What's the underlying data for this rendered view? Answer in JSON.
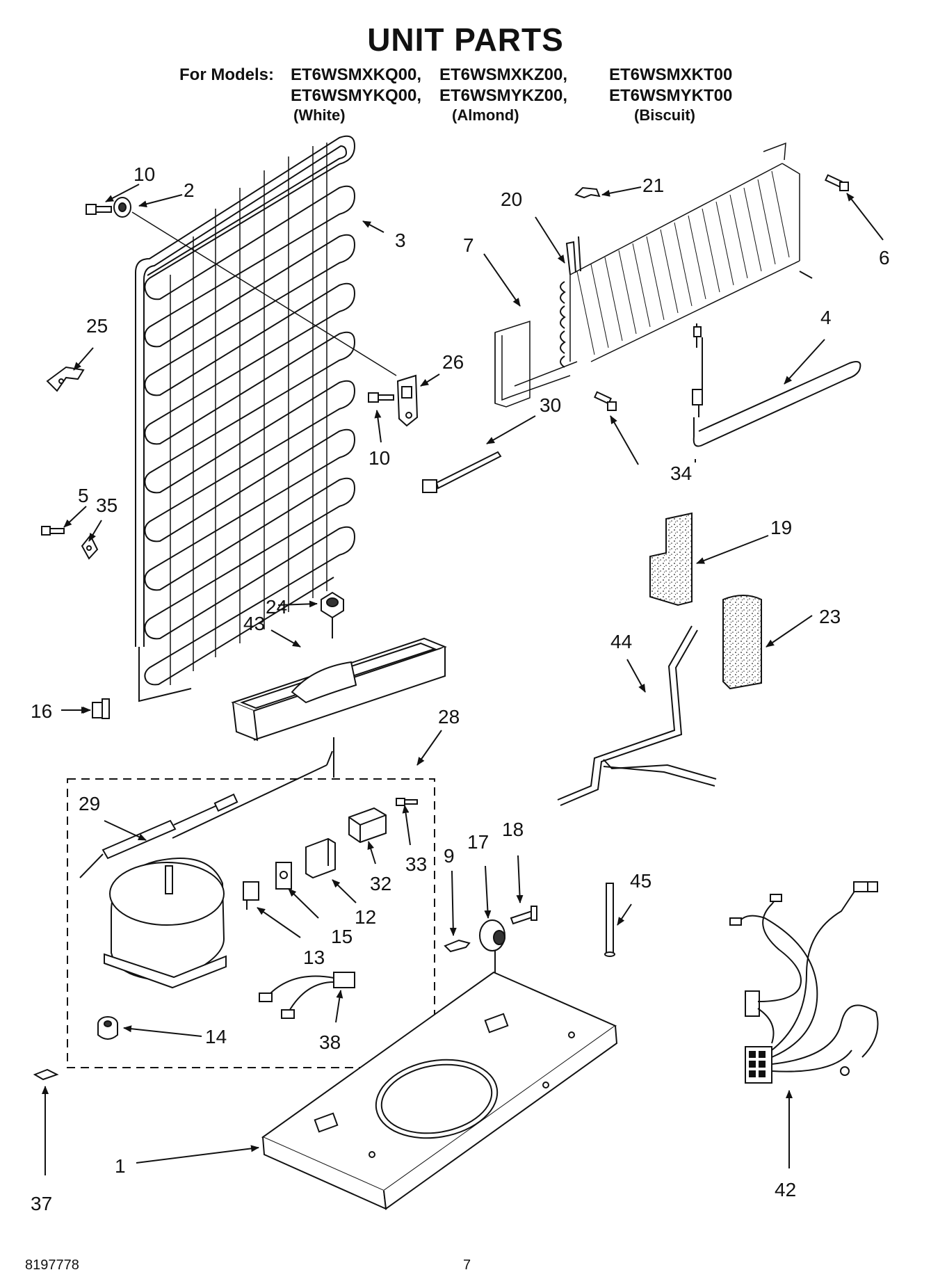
{
  "header": {
    "title": "UNIT PARTS",
    "for_models_label": "For Models:",
    "models_row1": [
      "ET6WSMXKQ00,",
      "ET6WSMXKZ00,",
      "ET6WSMXKT00"
    ],
    "models_row2": [
      "ET6WSMYKQ00,",
      "ET6WSMYKZ00,",
      "ET6WSMYKT00"
    ],
    "colors": [
      "(White)",
      "(Almond)",
      "(Biscuit)"
    ]
  },
  "callouts": {
    "c1": "1",
    "c2": "2",
    "c3": "3",
    "c4": "4",
    "c5": "5",
    "c6": "6",
    "c7": "7",
    "c9": "9",
    "c10a": "10",
    "c10b": "10",
    "c12": "12",
    "c13": "13",
    "c14": "14",
    "c15": "15",
    "c16": "16",
    "c17": "17",
    "c18": "18",
    "c19": "19",
    "c20": "20",
    "c21": "21",
    "c23": "23",
    "c24": "24",
    "c25": "25",
    "c26": "26",
    "c28": "28",
    "c29": "29",
    "c30": "30",
    "c32": "32",
    "c33": "33",
    "c34": "34",
    "c35": "35",
    "c37": "37",
    "c38": "38",
    "c42": "42",
    "c43": "43",
    "c44": "44",
    "c45": "45"
  },
  "footer": {
    "doc_number": "8197778",
    "page_number": "7"
  }
}
